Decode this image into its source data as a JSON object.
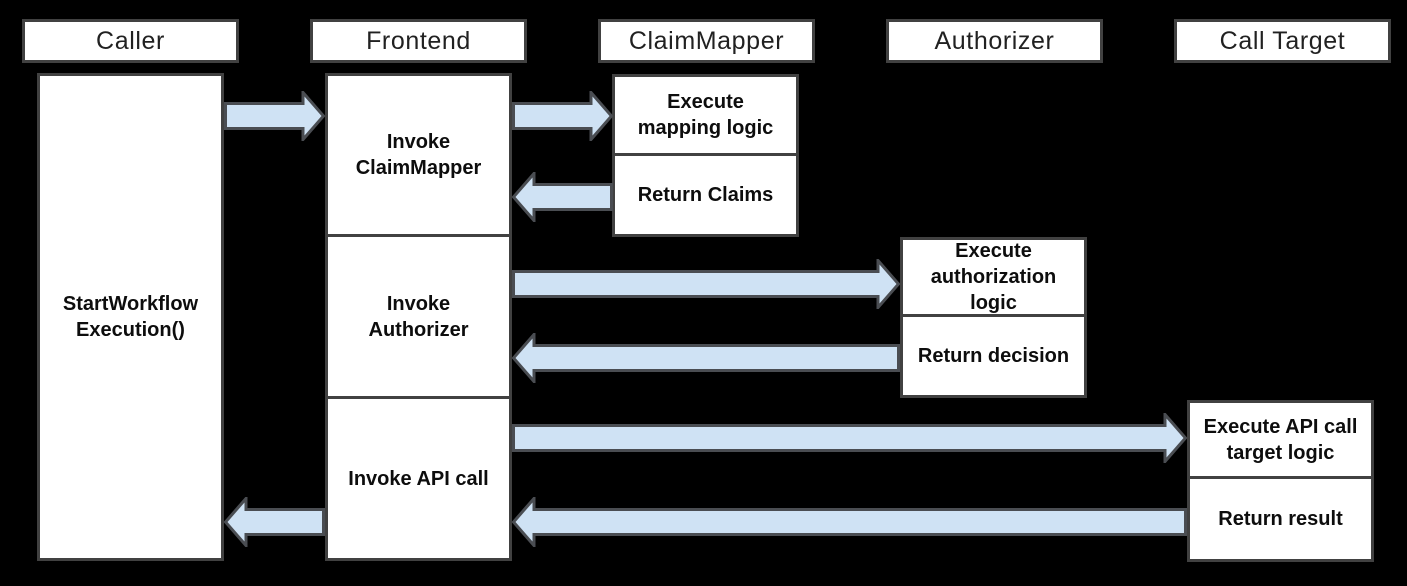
{
  "colors": {
    "background": "#000000",
    "box_fill": "#ffffff",
    "box_border": "#414141",
    "arrow_fill": "#cfe2f4",
    "arrow_stroke": "#4a4d52",
    "header_text": "#212121",
    "step_text": "#0d0d0d"
  },
  "lanes": [
    {
      "name": "caller",
      "header": "Caller",
      "steps": [
        "StartWorkflow\nExecution()"
      ]
    },
    {
      "name": "frontend",
      "header": "Frontend",
      "steps": [
        "Invoke\nClaimMapper",
        "Invoke\nAuthorizer",
        "Invoke API call"
      ]
    },
    {
      "name": "claimmapper",
      "header": "ClaimMapper",
      "steps": [
        "Execute\nmapping logic",
        "Return Claims"
      ]
    },
    {
      "name": "authorizer",
      "header": "Authorizer",
      "steps": [
        "Execute\nauthorization\nlogic",
        "Return decision"
      ]
    },
    {
      "name": "calltarget",
      "header": "Call Target",
      "steps": [
        "Execute API call\ntarget logic",
        "Return result"
      ]
    }
  ],
  "arrows": [
    {
      "name": "start-workflow-request",
      "from": "Caller",
      "to": "Frontend",
      "direction": "right"
    },
    {
      "name": "invoke-claimmapper-request",
      "from": "Frontend",
      "to": "ClaimMapper",
      "direction": "right"
    },
    {
      "name": "return-claims-response",
      "from": "ClaimMapper",
      "to": "Frontend",
      "direction": "left"
    },
    {
      "name": "invoke-authorizer-request",
      "from": "Frontend",
      "to": "Authorizer",
      "direction": "right"
    },
    {
      "name": "return-decision-response",
      "from": "Authorizer",
      "to": "Frontend",
      "direction": "left"
    },
    {
      "name": "invoke-api-call-request",
      "from": "Frontend",
      "to": "Call Target",
      "direction": "right"
    },
    {
      "name": "return-result-response",
      "from": "Call Target",
      "to": "Frontend",
      "direction": "left"
    },
    {
      "name": "return-to-caller-response",
      "from": "Frontend",
      "to": "Caller",
      "direction": "left"
    }
  ]
}
